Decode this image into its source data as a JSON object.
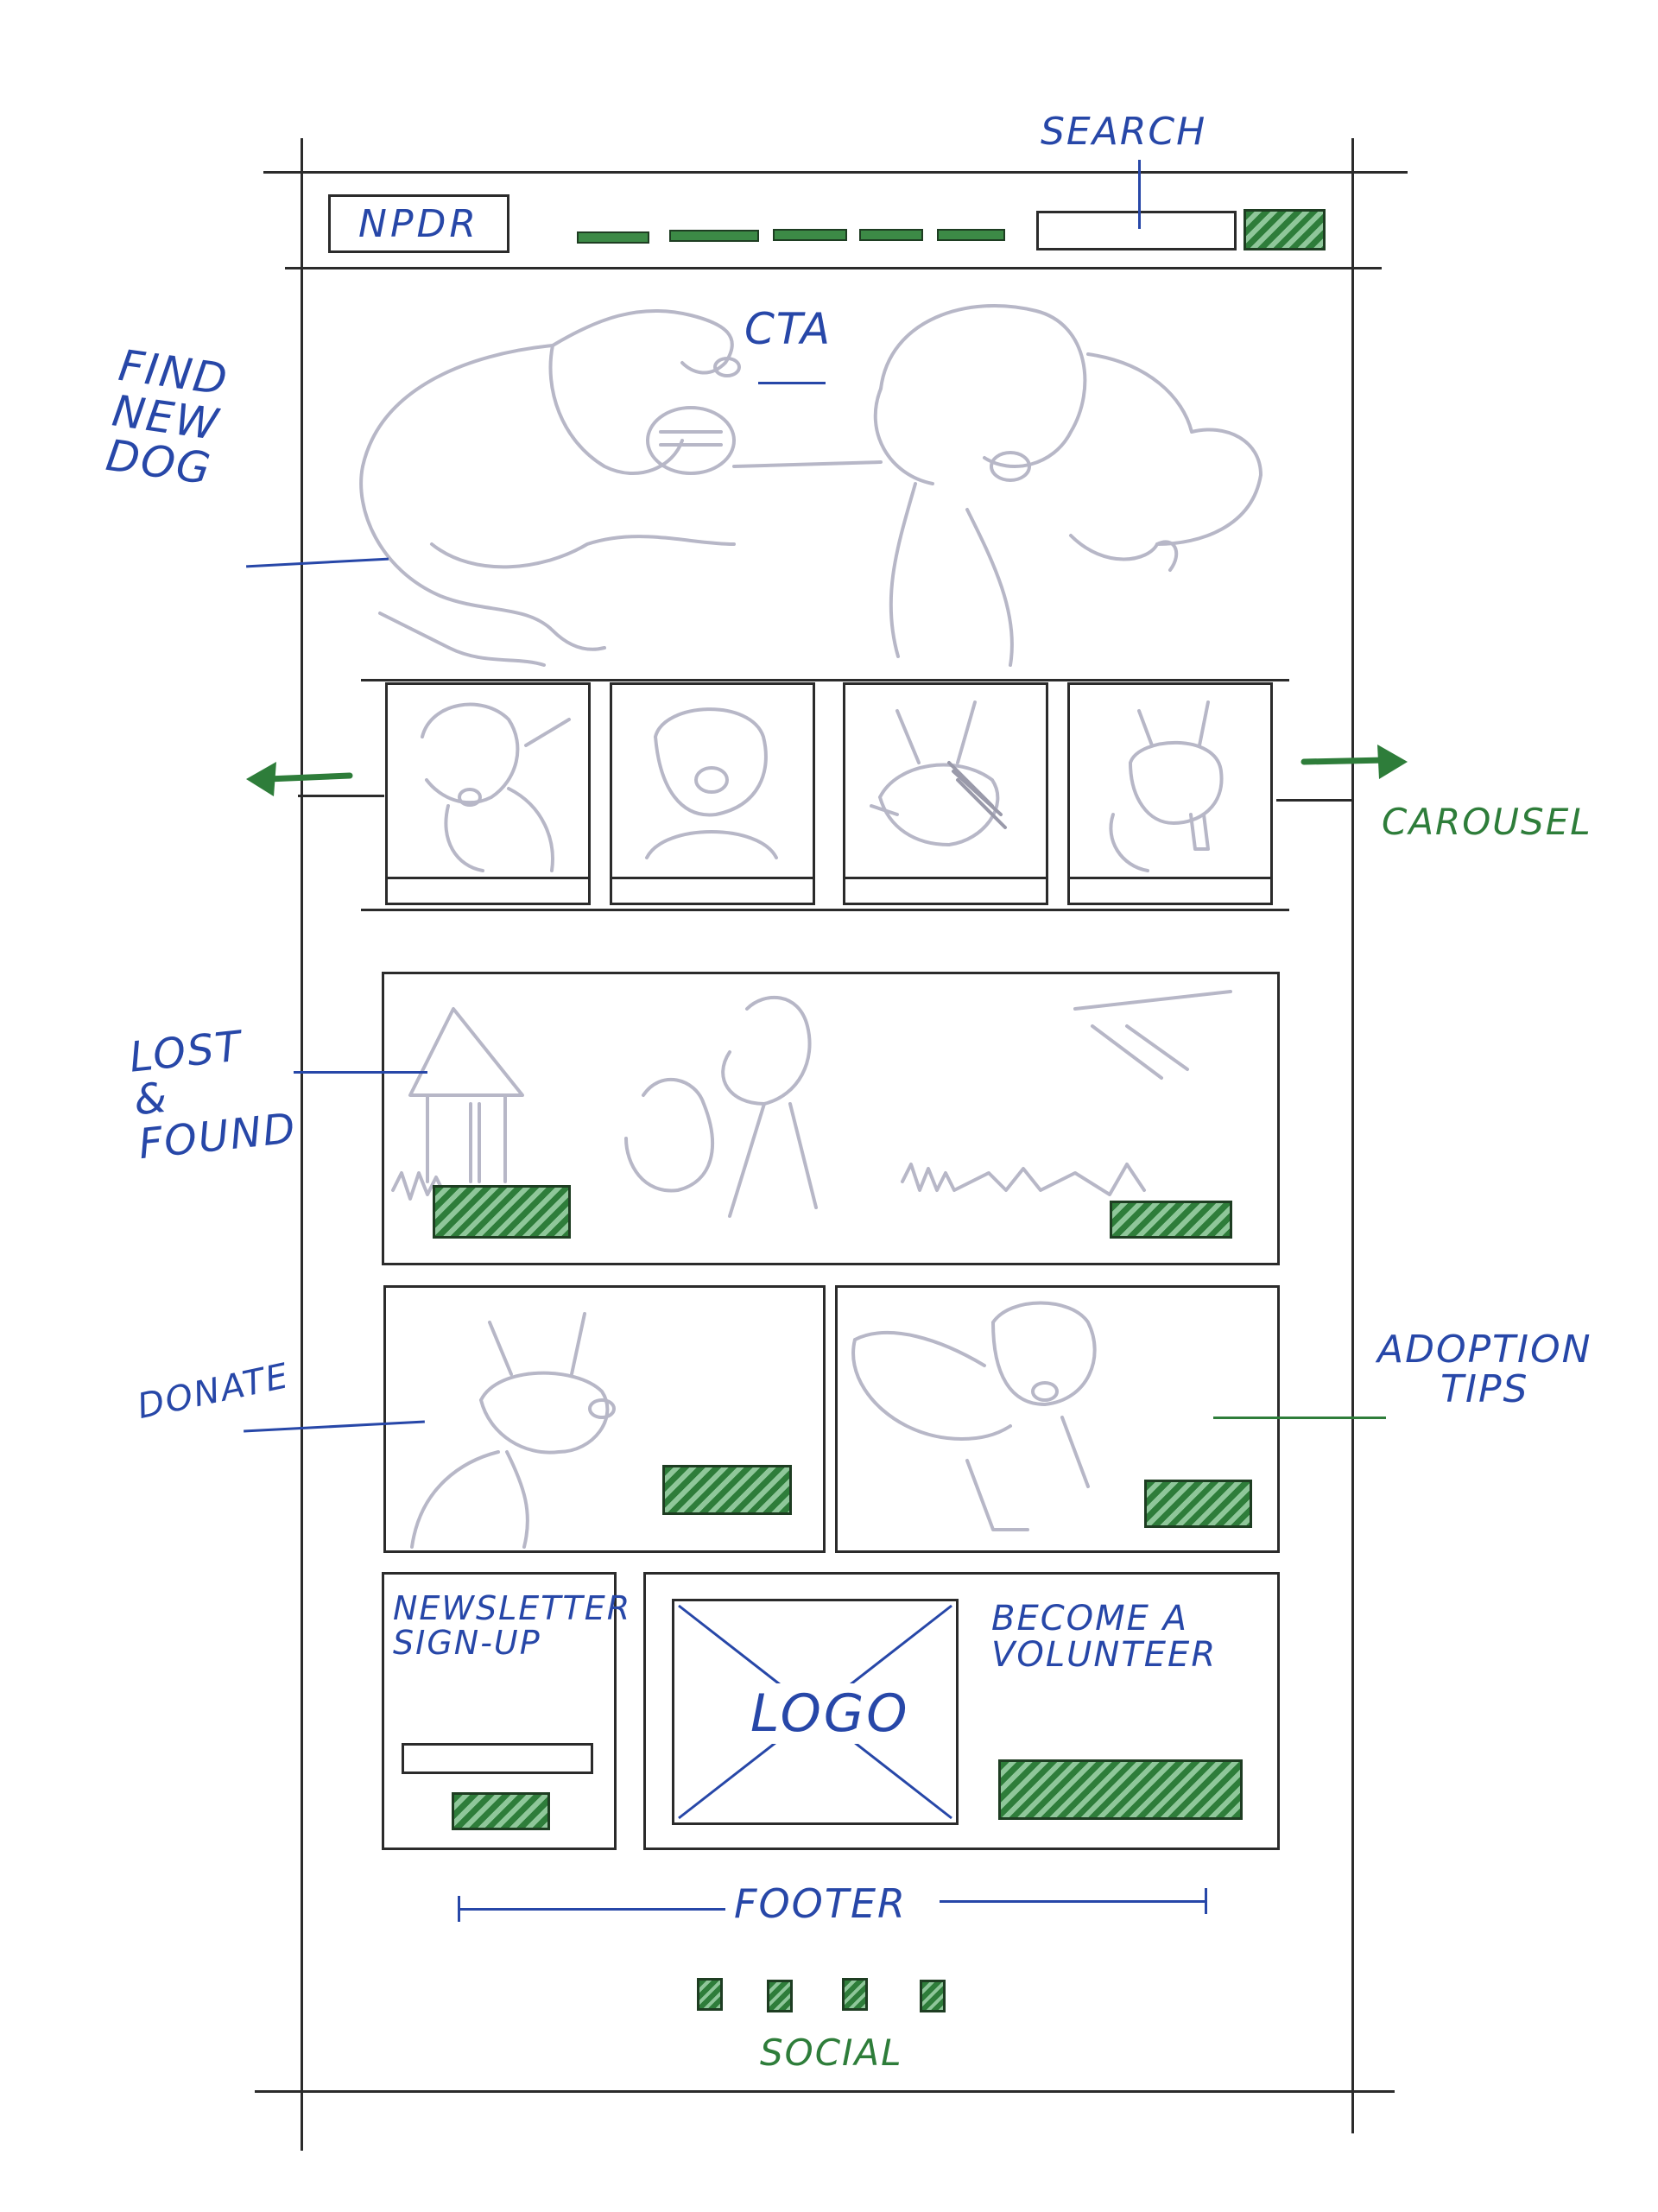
{
  "header": {
    "logo_text": "NPDR",
    "nav_links_count_label": "",
    "search_label": "SEARCH"
  },
  "annotations": {
    "cta": "CTA",
    "find_new_dog": "FIND\nNEW\nDOG",
    "carousel": "CAROUSEL",
    "lost_found": "LOST\n&\nFOUND",
    "donate": "DONATE",
    "adoption_tips": "ADOPTION\nTIPS",
    "footer": "FOOTER",
    "social": "SOCIAL"
  },
  "newsletter": {
    "title": "NEWSLETTER\nSIGN-UP"
  },
  "volunteer": {
    "logo_placeholder": "LOGO",
    "title": "BECOME A\nVOLUNTEER"
  },
  "colors": {
    "ink": "#2b2b2b",
    "annotation_blue": "#2747a8",
    "annotation_green": "#2e7d3a",
    "sketch_gray": "#b7b7c7"
  },
  "icons": {
    "carousel_prev": "arrow-left-icon",
    "carousel_next": "arrow-right-icon"
  }
}
